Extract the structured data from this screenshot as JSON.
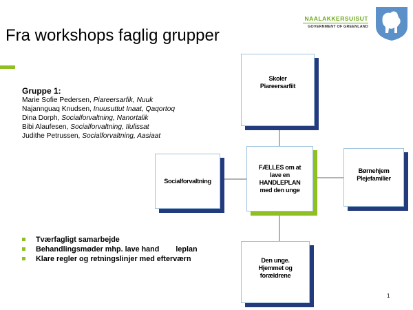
{
  "logo": {
    "name": "NAALAKKERSUISUT",
    "subtitle": "GOVERNMENT OF GREENLAND",
    "brand_color": "#6aa71a",
    "icon": "polar-bear-emblem-icon"
  },
  "title": "Fra workshops faglig grupper",
  "group": {
    "heading": "Gruppe 1:",
    "members": [
      {
        "name": "Marie Sofie Pedersen, ",
        "affiliation": "Piareersarfik, Nuuk"
      },
      {
        "name": "Najannguaq Knudsen, ",
        "affiliation": "Inuusuttut Inaat, Qaqortoq"
      },
      {
        "name": "Dina Dorph, ",
        "affiliation": "Socialforvaltning, Nanortalik"
      },
      {
        "name": "Bibi Alaufesen, ",
        "affiliation": "Socialforvaltning, Ilulissat"
      },
      {
        "name": "Judithe Petrussen, ",
        "affiliation": "Socialforvaltning, Aasiaat"
      }
    ]
  },
  "bullets": [
    "Tværfagligt samarbejde",
    "Behandlingsmøder mhp. lave hand        leplan",
    "Klare regler og retningslinjer med efterværn"
  ],
  "diagram": {
    "top": [
      "Skoler",
      "Piareersarfiit"
    ],
    "left": [
      "Socialforvaltning"
    ],
    "center": [
      "FÆLLES om at",
      "lave en",
      "HANDLEPLAN",
      "med den unge"
    ],
    "right": [
      "Børnehjem",
      "Plejefamilier"
    ],
    "bottom": [
      "Den unge.",
      "Hjemmet og",
      "forældrene"
    ]
  },
  "colors": {
    "accent_green": "#8fbf21",
    "box_shadow_navy": "#233a7d",
    "connector_gray": "#999999"
  },
  "page_number": "1"
}
